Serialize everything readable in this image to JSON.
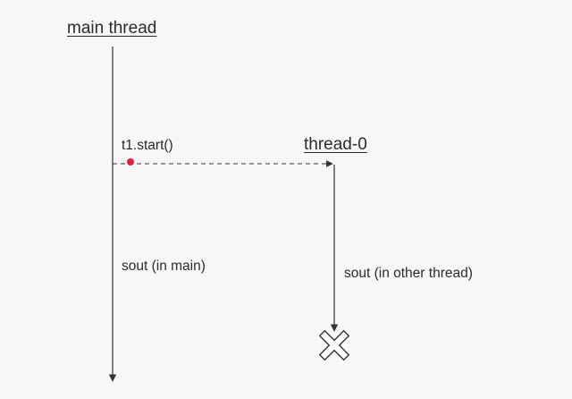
{
  "labels": {
    "main_thread": "main thread",
    "thread_0": "thread-0",
    "start_call": "t1.start()",
    "main_sout": "sout (in main)",
    "other_sout": "sout (in other thread)"
  },
  "colors": {
    "line": "#333333",
    "marker": "#e0203a",
    "terminator_fill": "#ffffff",
    "background": "#f7f7f7"
  },
  "icons": {
    "terminator": "x-cross-icon",
    "start_marker": "red-dot-icon"
  }
}
